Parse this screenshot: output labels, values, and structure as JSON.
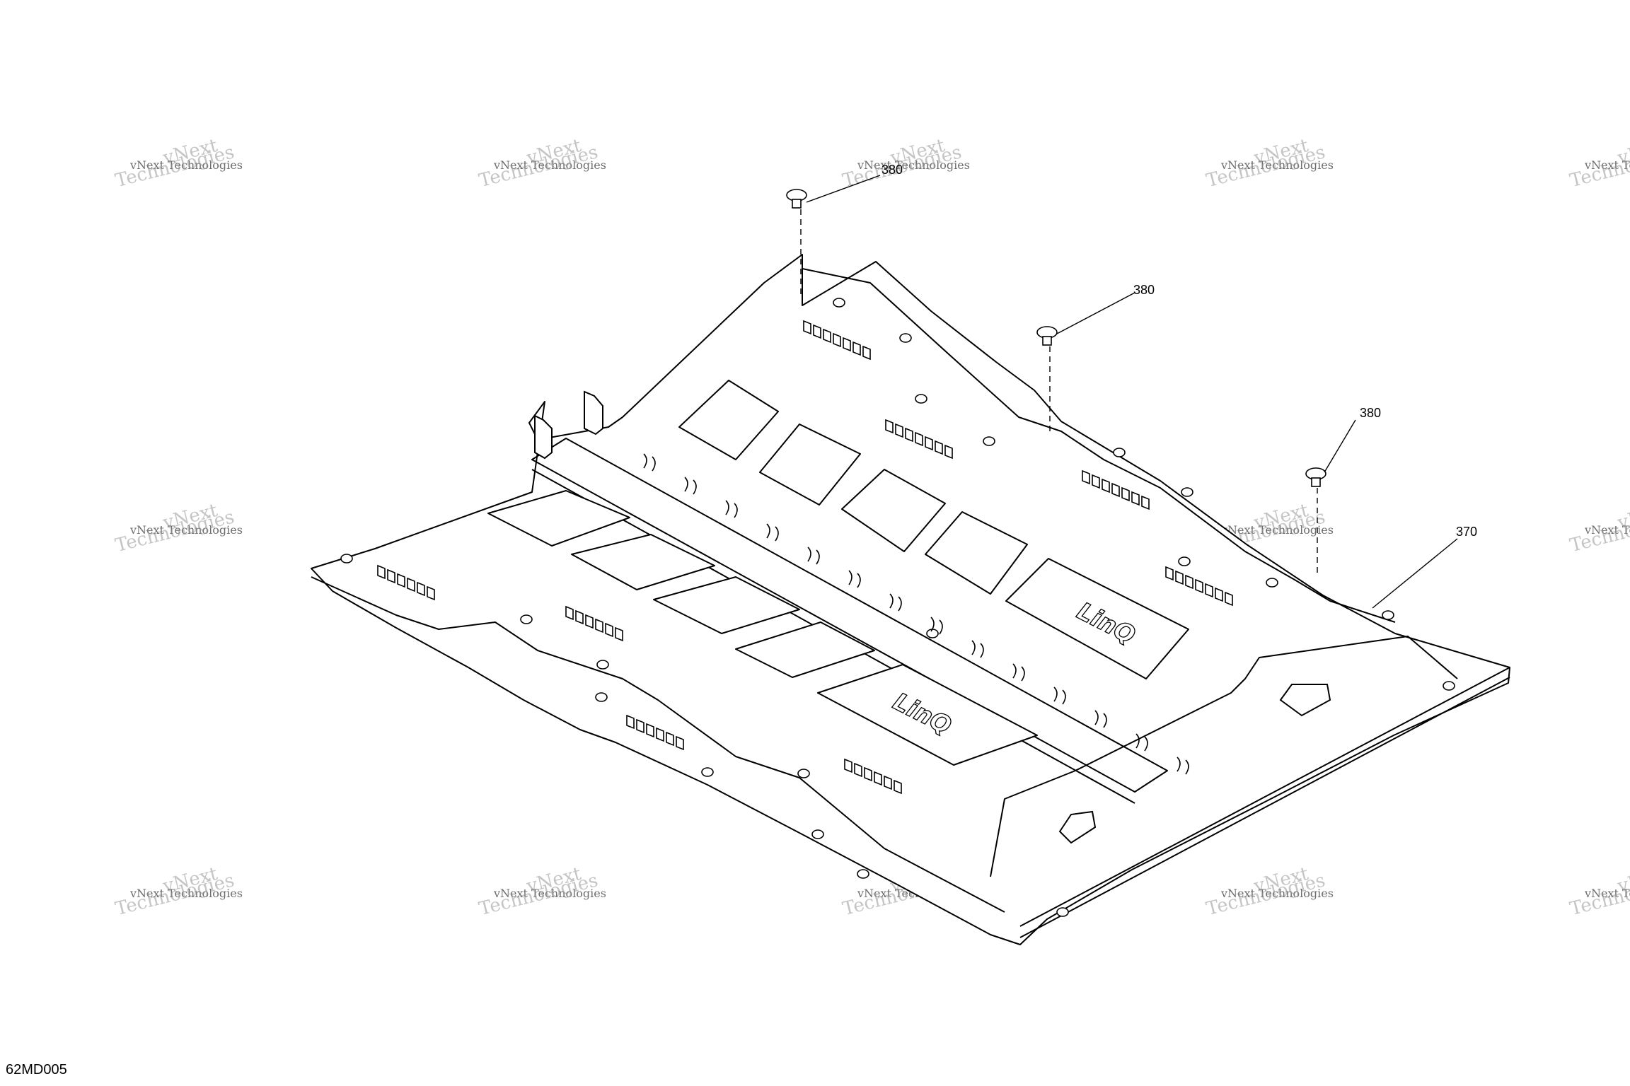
{
  "drawing_id": "62MD005",
  "callouts": [
    {
      "id": "callout-380-a",
      "label": "380"
    },
    {
      "id": "callout-380-b",
      "label": "380"
    },
    {
      "id": "callout-380-c",
      "label": "380"
    },
    {
      "id": "callout-370",
      "label": "370"
    }
  ],
  "watermark": {
    "line1": "vNext",
    "line2": "vNext Technologies",
    "line3": "Technologies"
  },
  "panel_logos": [
    "LinQ",
    "LinQ"
  ],
  "colors": {
    "line": "#000000",
    "panel_fill": "#ffffff",
    "watermark": "#969696"
  }
}
